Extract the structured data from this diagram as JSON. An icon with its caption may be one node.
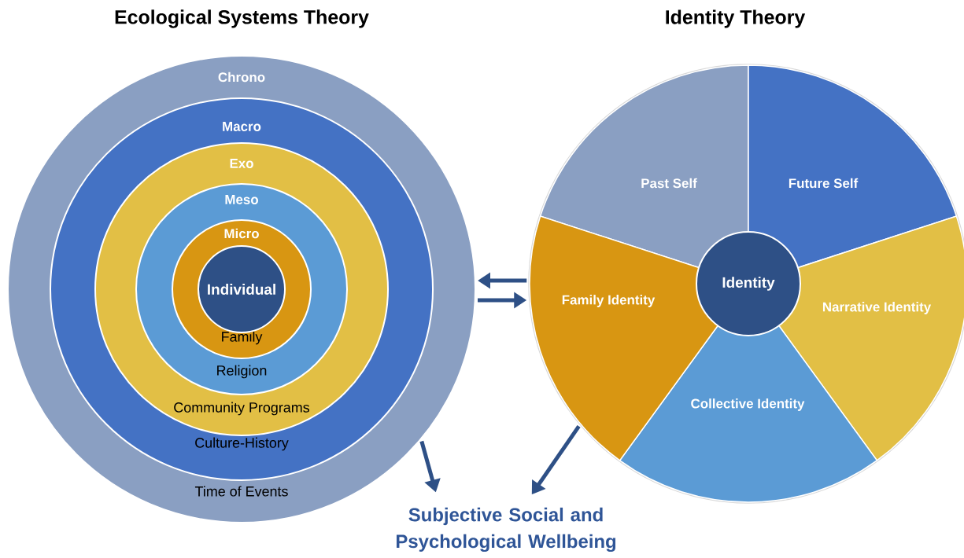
{
  "diagram": {
    "nodes": [
      {
        "text": [
          "Ecological Systems Theory",
          "Chrono",
          "Time of Events"
        ]
      },
      {
        "text": [
          "Macro",
          "Culture-History"
        ],
        "in": 0
      },
      {
        "text": [
          "Exo",
          "Community Programs"
        ],
        "in": 1
      },
      {
        "text": [
          "Meso",
          "Religion"
        ],
        "in": 2
      },
      {
        "text": [
          "Micro",
          "Family"
        ],
        "in": 3
      },
      {
        "text": [
          "Individual"
        ],
        "in": 4
      },
      {
        "text": [
          "Identity Theory"
        ]
      },
      {
        "text": [
          "Past Self"
        ],
        "in": 6
      },
      {
        "text": [
          "Future Self"
        ],
        "in": 6
      },
      {
        "text": [
          "Narrative Identity"
        ],
        "in": 6
      },
      {
        "text": [
          "Collective Identity"
        ],
        "in": 6
      },
      {
        "text": [
          "Family Identity"
        ],
        "in": 6
      },
      {
        "text": [
          "Identity"
        ],
        "in": 6
      },
      {
        "text": [
          "Subjective Social and Psychological Wellbeing"
        ]
      }
    ],
    "edges": [
      {
        "from": 6,
        "to": 0,
        "arrow": "to"
      },
      {
        "from": 0,
        "to": 6,
        "arrow": "to"
      },
      {
        "from": 0,
        "to": 13,
        "arrow": "to"
      },
      {
        "from": 6,
        "to": 13,
        "arrow": "to"
      }
    ]
  }
}
